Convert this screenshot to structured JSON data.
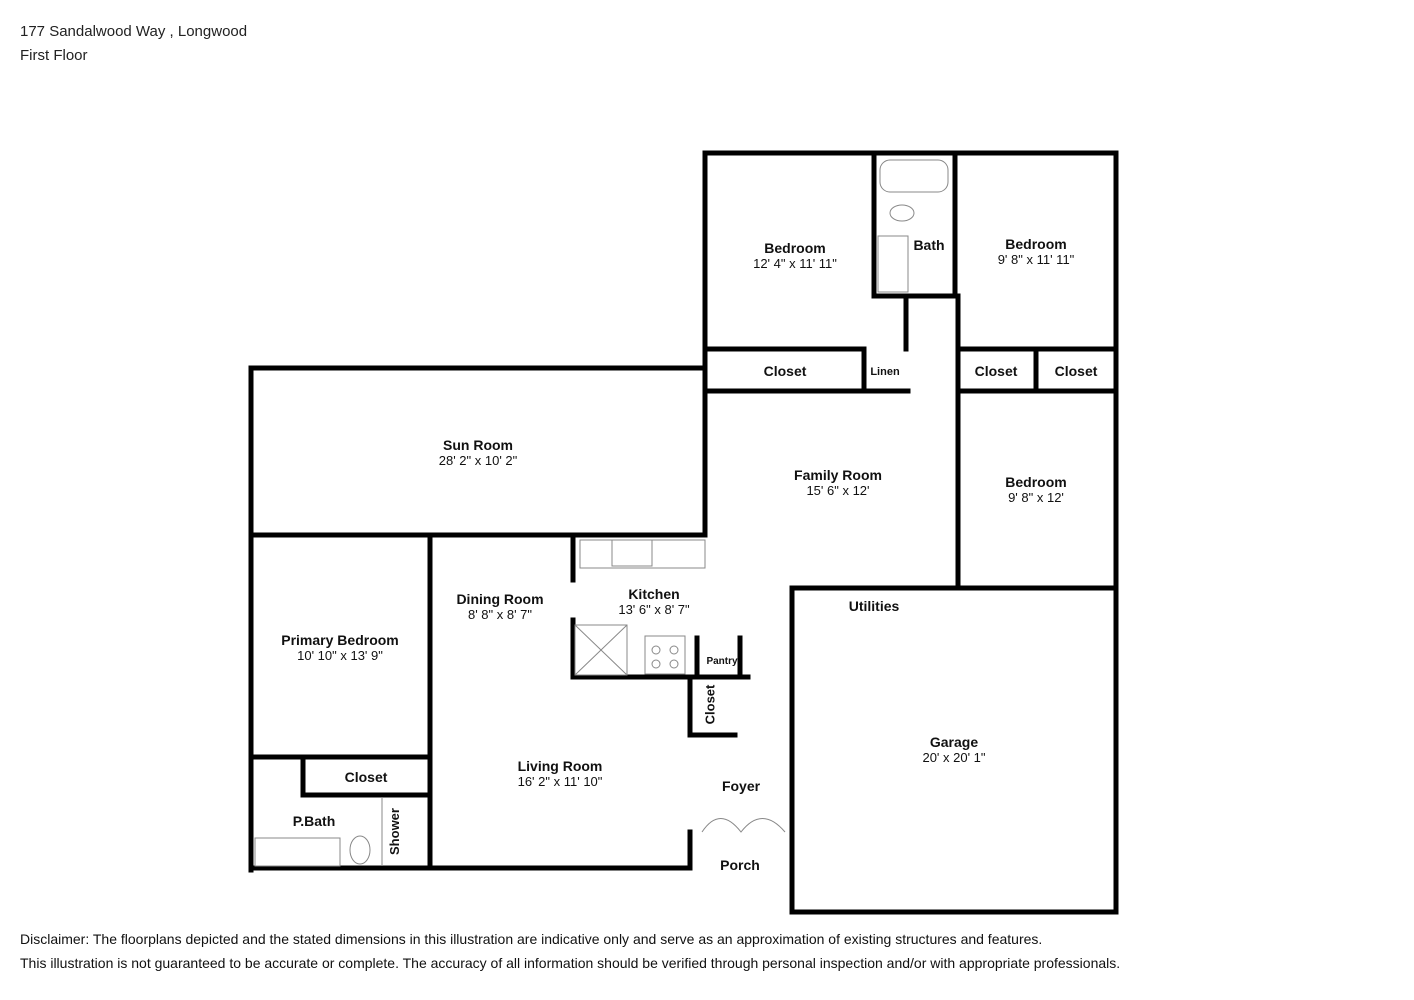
{
  "header": {
    "address": "177 Sandalwood Way , Longwood",
    "floor": "First Floor"
  },
  "rooms": {
    "bedroom1": {
      "name": "Bedroom",
      "dims": "12' 4\" x 11' 11\""
    },
    "bath": {
      "name": "Bath"
    },
    "bedroom2": {
      "name": "Bedroom",
      "dims": "9' 8\" x 11' 11\""
    },
    "closet1": {
      "name": "Closet"
    },
    "linen": {
      "name": "Linen"
    },
    "closet2": {
      "name": "Closet"
    },
    "closet3": {
      "name": "Closet"
    },
    "sunroom": {
      "name": "Sun Room",
      "dims": "28' 2\" x 10' 2\""
    },
    "family": {
      "name": "Family Room",
      "dims": "15' 6\" x 12'"
    },
    "bedroom3": {
      "name": "Bedroom",
      "dims": "9' 8\" x 12'"
    },
    "primary": {
      "name": "Primary Bedroom",
      "dims": "10' 10\" x 13' 9\""
    },
    "dining": {
      "name": "Dining Room",
      "dims": "8' 8\" x 8' 7\""
    },
    "kitchen": {
      "name": "Kitchen",
      "dims": "13' 6\" x 8' 7\""
    },
    "pantry": {
      "name": "Pantry"
    },
    "closet4": {
      "name": "Closet"
    },
    "utilities": {
      "name": "Utilities"
    },
    "garage": {
      "name": "Garage",
      "dims": "20' x 20' 1\""
    },
    "closet5": {
      "name": "Closet"
    },
    "living": {
      "name": "Living Room",
      "dims": "16' 2\" x 11' 10\""
    },
    "foyer": {
      "name": "Foyer"
    },
    "pbath": {
      "name": "P.Bath"
    },
    "shower": {
      "name": "Shower"
    },
    "porch": {
      "name": "Porch"
    }
  },
  "disclaimer": {
    "line1": "Disclaimer: The floorplans depicted and the stated dimensions in this illustration are indicative only and serve as an approximation of existing structures and features.",
    "line2": "This illustration is not guaranteed to be accurate or complete. The accuracy of all information should be verified through personal inspection and/or with appropriate professionals."
  }
}
